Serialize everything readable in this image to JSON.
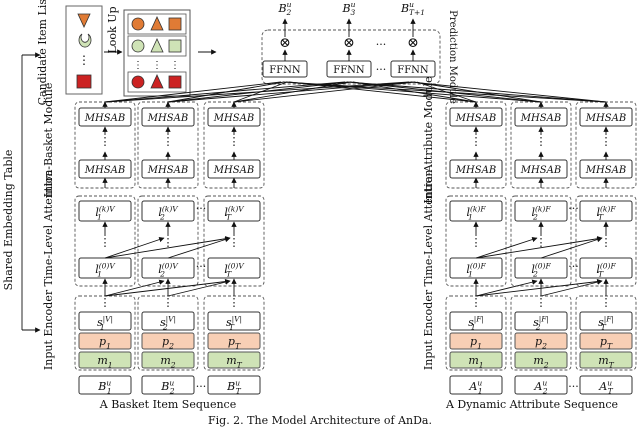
{
  "labels": {
    "candidate_list": "Candidate Item List",
    "look_up": "Look Up",
    "shared_embedding": "Shared Embedding Table",
    "prediction_module": "Prediction Module",
    "intra_basket": "Intra-Basket Module",
    "intra_attribute": "Intra-Attribute Module",
    "time_level_left": "Time-Level Attention",
    "time_level_right": "Time-Level Attention",
    "input_encoder_left": "Input Encoder",
    "input_encoder_right": "Input Encoder",
    "basket_seq": "A Basket Item Sequence",
    "attr_seq": "A Dynamic Attribute Sequence",
    "caption": "Fig. 2.  The Model Architecture of AnDa."
  },
  "prediction": {
    "outputs": [
      "B",
      "B",
      "B"
    ],
    "output_sup": [
      "u",
      "u",
      "u"
    ],
    "output_sub": [
      "2",
      "3",
      "T+1"
    ],
    "ffnn": [
      "FFNN",
      "FFNN",
      "FFNN"
    ],
    "otimes": "⊗",
    "ellipsis": "···"
  },
  "mhsab": "MHSAB",
  "vdots": "⋮",
  "ellipsis": "···",
  "left": {
    "l_top": [
      {
        "b": "l",
        "sub": "1",
        "sup": "(k)V"
      },
      {
        "b": "l",
        "sub": "2",
        "sup": "(k)V"
      },
      {
        "b": "l",
        "sub": "T",
        "sup": "(k)V"
      }
    ],
    "l_bot": [
      {
        "b": "l",
        "sub": "1",
        "sup": "(0)V"
      },
      {
        "b": "l",
        "sub": "2",
        "sup": "(0)V"
      },
      {
        "b": "l",
        "sub": "T",
        "sup": "(0)V"
      }
    ],
    "s": [
      {
        "b": "s",
        "sub": "1",
        "sup": "|V|"
      },
      {
        "b": "s",
        "sub": "2",
        "sup": "|V|"
      },
      {
        "b": "s",
        "sub": "T",
        "sup": "|V|"
      }
    ],
    "p": [
      {
        "b": "p",
        "sub": "1"
      },
      {
        "b": "p",
        "sub": "2"
      },
      {
        "b": "p",
        "sub": "T"
      }
    ],
    "m": [
      {
        "b": "m",
        "sub": "1"
      },
      {
        "b": "m",
        "sub": "2"
      },
      {
        "b": "m",
        "sub": "T"
      }
    ],
    "inputs": [
      {
        "b": "B",
        "sub": "1",
        "sup": "u"
      },
      {
        "b": "B",
        "sub": "2",
        "sup": "u"
      },
      {
        "b": "B",
        "sub": "T",
        "sup": "u"
      }
    ]
  },
  "right": {
    "l_top": [
      {
        "b": "l",
        "sub": "1",
        "sup": "(k)F"
      },
      {
        "b": "l",
        "sub": "2",
        "sup": "(k)F"
      },
      {
        "b": "l",
        "sub": "T",
        "sup": "(k)F"
      }
    ],
    "l_bot": [
      {
        "b": "l",
        "sub": "1",
        "sup": "(0)F"
      },
      {
        "b": "l",
        "sub": "2",
        "sup": "(0)F"
      },
      {
        "b": "l",
        "sub": "T",
        "sup": "(0)F"
      }
    ],
    "s": [
      {
        "b": "s",
        "sub": "1",
        "sup": "|F|"
      },
      {
        "b": "s",
        "sub": "2",
        "sup": "|F|"
      },
      {
        "b": "s",
        "sub": "T",
        "sup": "|F|"
      }
    ],
    "p": [
      {
        "b": "p",
        "sub": "1"
      },
      {
        "b": "p",
        "sub": "2"
      },
      {
        "b": "p",
        "sub": "T"
      }
    ],
    "m": [
      {
        "b": "m",
        "sub": "1"
      },
      {
        "b": "m",
        "sub": "2"
      },
      {
        "b": "m",
        "sub": "T"
      }
    ],
    "inputs": [
      {
        "b": "A",
        "sub": "1",
        "sup": "u"
      },
      {
        "b": "A",
        "sub": "2",
        "sup": "u"
      },
      {
        "b": "A",
        "sub": "T",
        "sup": "u"
      }
    ]
  },
  "colors": {
    "position": "#f8cfb5",
    "modality": "#cfe3b6",
    "candidate": "#e07b35",
    "candidate_red": "#cc2222",
    "candidate_green": "#cfe3b6"
  }
}
